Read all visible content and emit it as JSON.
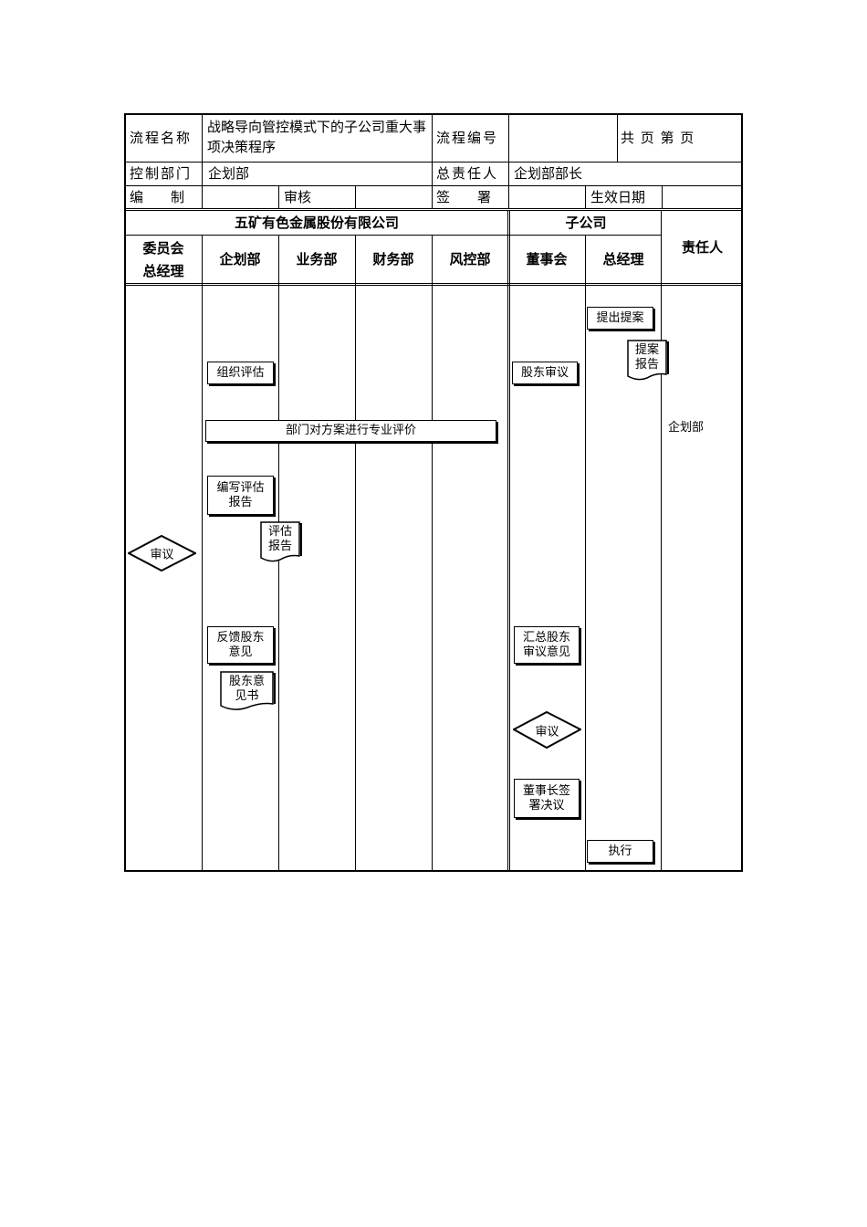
{
  "header": {
    "process_name_label": "流程名称",
    "process_name": "战略导向管控模式下的子公司重大事项决策程序",
    "process_no_label": "流程编号",
    "process_no": "",
    "pages": "共 页 第 页",
    "control_dept_label": "控制部门",
    "control_dept": "企划部",
    "owner_label": "总责任人",
    "owner": "企划部部长",
    "author_label": "编　　制",
    "author": "",
    "review_label": "审核",
    "review": "",
    "sign_label": "签　　署",
    "sign": "",
    "effective_label": "生效日期",
    "effective": ""
  },
  "lanes": {
    "group_parent": "五矿有色金属股份有限公司",
    "group_sub": "子公司",
    "responsible": "责任人",
    "columns": [
      "委员会\n总经理",
      "企划部",
      "业务部",
      "财务部",
      "风控部",
      "董事会",
      "总经理"
    ]
  },
  "flow": {
    "propose": "提出提案",
    "proposal_report": "提案报告",
    "organize_eval": "组织评估",
    "shareholder_review": "股东审议",
    "dept_eval": "部门对方案进行专业评价",
    "responsible_dept": "企划部",
    "write_report": "编写评估报告",
    "eval_report": "评估报告",
    "committee_review": "审议",
    "feedback": "反馈股东意见",
    "opinion_doc": "股东意见书",
    "summary": "汇总股东审议意见",
    "board_review": "审议",
    "chairman_sign": "董事长签署决议",
    "execute": "执行"
  }
}
